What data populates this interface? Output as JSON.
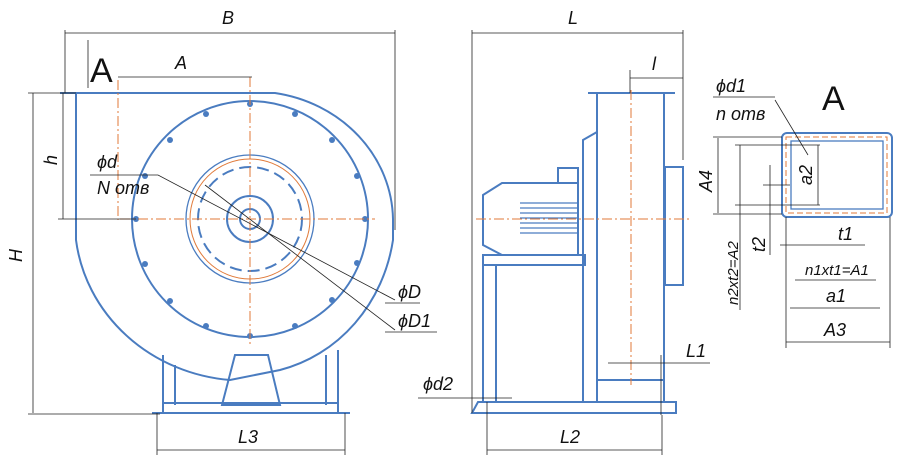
{
  "front_view": {
    "section_mark": "A",
    "dim_B": "B",
    "dim_A": "A",
    "dim_H": "H",
    "dim_h": "h",
    "hole_d": "ϕd",
    "hole_count": "N отв",
    "dim_D": "ϕD",
    "dim_D1": "ϕD1",
    "dim_L3": "L3"
  },
  "side_view": {
    "dim_L": "L",
    "dim_l": "l",
    "dim_L1": "L1",
    "dim_L2": "L2",
    "hole_d2": "ϕd2"
  },
  "detail_a": {
    "title": "A",
    "hole_d1": "ϕd1",
    "hole_count": "n отв",
    "dim_A4": "A4",
    "dim_a2": "a2",
    "dim_t2": "t2",
    "dim_n2t2": "n2xt2=A2",
    "dim_t1": "t1",
    "dim_n1t1": "n1xt1=A1",
    "dim_a1": "a1",
    "dim_A3": "A3"
  },
  "colors": {
    "outline": "#4a7cc0",
    "centerline": "#e07a3a",
    "dimension": "#222222"
  }
}
